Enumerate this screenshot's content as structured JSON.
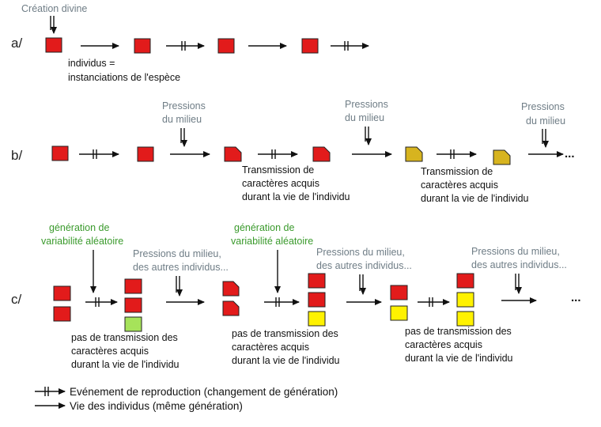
{
  "colors": {
    "red": "#e21b1b",
    "yellow": "#fff200",
    "ochre": "#d7b41f",
    "green_box": "#a6e35a",
    "green_text": "#3a9a2c",
    "gray_text": "#6f7d86"
  },
  "row_a": {
    "label": "a/",
    "creation": "Création divine",
    "individus_line1": "individus =",
    "individus_line2": "instanciations de l'espèce"
  },
  "row_b": {
    "label": "b/",
    "pressure_1": [
      "Pressions",
      "du milieu"
    ],
    "pressure_2": [
      "Pressions",
      "du milieu"
    ],
    "pressure_3": [
      "Pressions",
      "du milieu"
    ],
    "transmission_1": [
      "Transmission de",
      "caractères acquis",
      "durant la vie de l'individu"
    ],
    "transmission_2": [
      "Transmission de",
      "caractères acquis",
      "durant la vie de l'individu"
    ],
    "ellipsis": "..."
  },
  "row_c": {
    "label": "c/",
    "variability_1": [
      "génération de",
      "variabilité aléatoire"
    ],
    "variability_2": [
      "génération de",
      "variabilité aléatoire"
    ],
    "pressure_1": [
      "Pressions du milieu,",
      "des autres individus..."
    ],
    "pressure_2": [
      "Pressions du milieu,",
      "des autres individus..."
    ],
    "pressure_3": [
      "Pressions du milieu,",
      "des autres individus..."
    ],
    "no_transmission_1": [
      "pas de transmission des",
      "caractères acquis",
      "durant la vie de l'individu"
    ],
    "no_transmission_2": [
      "pas de transmission des",
      "caractères acquis",
      "durant la vie de l'individu"
    ],
    "no_transmission_3": [
      "pas de transmission des",
      "caractères acquis",
      "durant la vie de l'individu"
    ],
    "ellipsis": "..."
  },
  "legend": {
    "reproduction": "Evénement de reproduction (changement de génération)",
    "life": "Vie des individus (même génération)"
  }
}
